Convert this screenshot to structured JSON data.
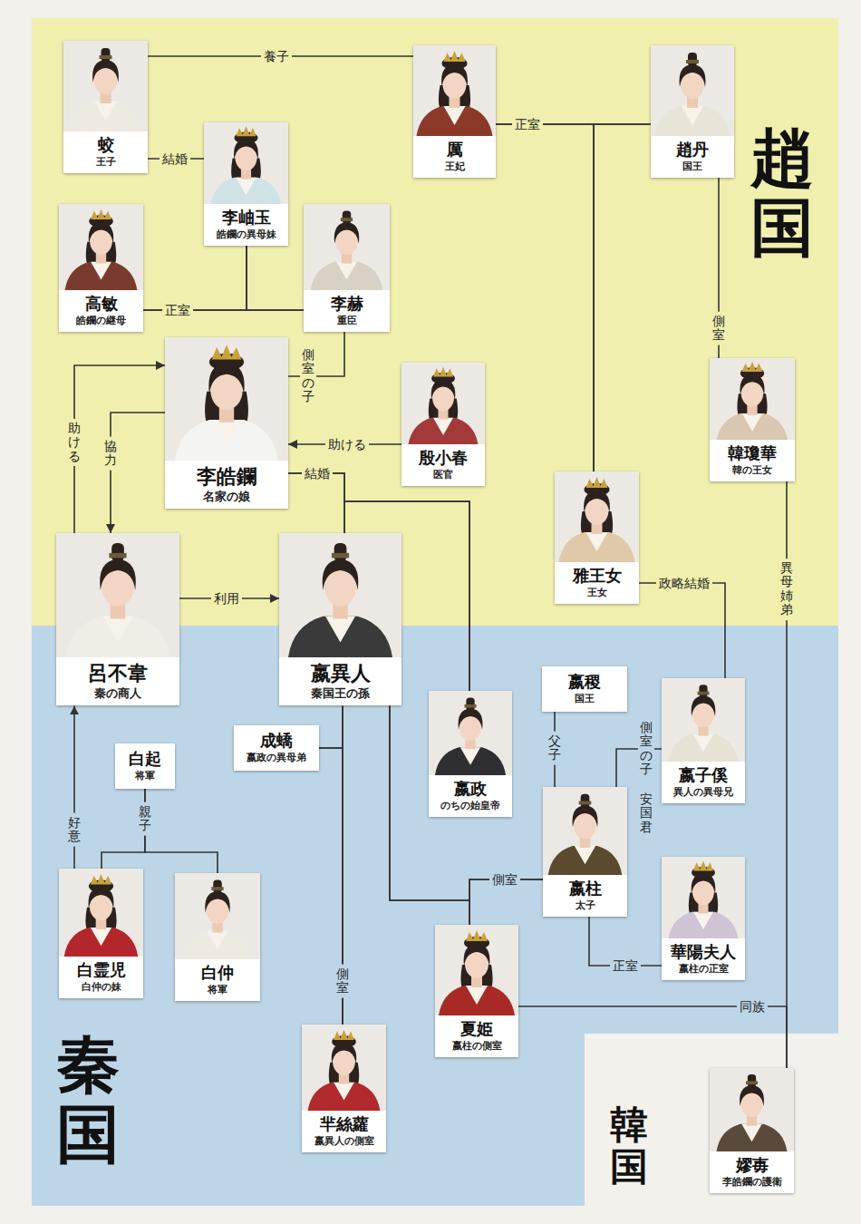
{
  "diagram": {
    "nodes": [
      {
        "text": [
          "趙国"
        ]
      },
      {
        "text": [
          "蛟",
          "王子"
        ],
        "in": 0
      },
      {
        "text": [
          "厲",
          "王妃"
        ],
        "in": 0
      },
      {
        "text": [
          "趙丹",
          "国王"
        ],
        "in": 0
      },
      {
        "text": [
          "李岫玉",
          "皓鑭の異母妹"
        ],
        "in": 0
      },
      {
        "text": [
          "高敏",
          "皓鑭の継母"
        ],
        "in": 0
      },
      {
        "text": [
          "李赫",
          "重臣"
        ],
        "in": 0
      },
      {
        "text": [
          "李皓鑭",
          "名家の娘"
        ],
        "in": 0
      },
      {
        "text": [
          "殷小春",
          "医官"
        ],
        "in": 0
      },
      {
        "text": [
          "韓瓊華",
          "韓の王女"
        ],
        "in": 0
      },
      {
        "text": [
          "雅王女",
          "王女"
        ],
        "in": 0
      },
      {
        "text": [
          "呂不韋",
          "秦の商人"
        ]
      },
      {
        "text": [
          "嬴異人",
          "秦国王の孫"
        ]
      },
      {
        "text": [
          "秦国"
        ]
      },
      {
        "text": [
          "成蟜",
          "嬴政の異母弟"
        ],
        "in": 13
      },
      {
        "text": [
          "白起",
          "将軍"
        ],
        "in": 13
      },
      {
        "text": [
          "嬴政",
          "のちの始皇帝"
        ],
        "in": 13
      },
      {
        "text": [
          "嬴稷",
          "国王"
        ],
        "in": 13
      },
      {
        "text": [
          "嬴子傒",
          "異人の異母兄"
        ],
        "in": 13
      },
      {
        "text": [
          "嬴柱",
          "太子"
        ],
        "in": 13
      },
      {
        "text": [
          "華陽夫人",
          "嬴柱の正室"
        ],
        "in": 13
      },
      {
        "text": [
          "白霊児",
          "白仲の妹"
        ],
        "in": 13
      },
      {
        "text": [
          "白仲",
          "将軍"
        ],
        "in": 13
      },
      {
        "text": [
          "夏姫",
          "嬴柱の側室"
        ],
        "in": 13
      },
      {
        "text": [
          "羋絲蘿",
          "嬴異人の側室"
        ],
        "in": 13
      },
      {
        "text": [
          "韓国"
        ]
      },
      {
        "text": [
          "嫪毐",
          "李皓鑭の護衛"
        ],
        "in": 25
      }
    ],
    "edges": [
      {
        "from": 1,
        "to": 2,
        "label": "養子",
        "arrow": "none"
      },
      {
        "from": 2,
        "to": 3,
        "label": "正室",
        "arrow": "none"
      },
      {
        "from": 2,
        "to": 10,
        "arrow": "none"
      },
      {
        "from": 3,
        "to": 10,
        "arrow": "none"
      },
      {
        "from": 1,
        "to": 4,
        "label": "結婚",
        "arrow": "none"
      },
      {
        "from": 5,
        "to": 6,
        "label": "正室",
        "arrow": "none"
      },
      {
        "from": 5,
        "to": 4,
        "arrow": "none"
      },
      {
        "from": 6,
        "to": 4,
        "arrow": "none"
      },
      {
        "from": 6,
        "to": 7,
        "label": "側室の子",
        "arrow": "none"
      },
      {
        "from": 3,
        "to": 9,
        "label": "側室",
        "arrow": "none"
      },
      {
        "from": 8,
        "to": 7,
        "label": "助ける",
        "arrow": "to"
      },
      {
        "from": 11,
        "to": 7,
        "label": "助ける",
        "arrow": "to"
      },
      {
        "from": 7,
        "to": 11,
        "label": "協力",
        "arrow": "to"
      },
      {
        "from": 7,
        "to": 12,
        "label": "結婚",
        "arrow": "none"
      },
      {
        "from": 7,
        "to": 16,
        "arrow": "none"
      },
      {
        "from": 12,
        "to": 16,
        "arrow": "none"
      },
      {
        "from": 11,
        "to": 12,
        "label": "利用",
        "arrow": "to"
      },
      {
        "from": 10,
        "to": 18,
        "label": "政略結婚",
        "arrow": "none"
      },
      {
        "from": 9,
        "to": 26,
        "label": "異母姉弟",
        "arrow": "none"
      },
      {
        "from": 21,
        "to": 11,
        "label": "好意",
        "arrow": "to"
      },
      {
        "from": 15,
        "to": 21,
        "label": "親子",
        "arrow": "none"
      },
      {
        "from": 15,
        "to": 22,
        "arrow": "none"
      },
      {
        "from": 17,
        "to": 19,
        "label": "父子",
        "arrow": "none"
      },
      {
        "from": 19,
        "to": 18,
        "label": "側室の子",
        "arrow": "none"
      },
      {
        "from": 19,
        "to": 20,
        "label": "正室",
        "arrow": "none"
      },
      {
        "from": 19,
        "to": 23,
        "label": "側室",
        "arrow": "none"
      },
      {
        "from": 19,
        "to": 12,
        "arrow": "none"
      },
      {
        "from": 23,
        "to": 12,
        "arrow": "none"
      },
      {
        "from": 12,
        "to": 24,
        "label": "側室",
        "arrow": "none"
      },
      {
        "from": 12,
        "to": 14,
        "arrow": "none"
      },
      {
        "from": 24,
        "to": 14,
        "arrow": "none"
      },
      {
        "from": 23,
        "to": 26,
        "label": "同族",
        "arrow": "none"
      }
    ],
    "labels": [
      "安国君"
    ]
  }
}
